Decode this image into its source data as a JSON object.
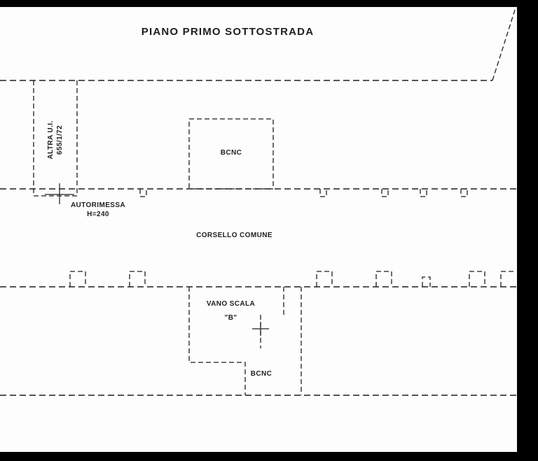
{
  "colors": {
    "background": "#000000",
    "paper": "#fdfdfd",
    "ink": "#1e1e1e"
  },
  "title": "PIANO PRIMO SOTTOSTRADA",
  "rooms": {
    "altra_ui": {
      "line1": "ALTRA U.I.",
      "line2": "655/1/72"
    },
    "bcnc_upper": {
      "label": "BCNC"
    },
    "autorimessa": {
      "name": "AUTORIMESSA",
      "height": "H=240"
    },
    "corsello": {
      "label": "CORSELLO COMUNE"
    },
    "vano_scala": {
      "line1": "VANO SCALA",
      "line2": "\"B\""
    },
    "bcnc_lower": {
      "label": "BCNC"
    }
  }
}
